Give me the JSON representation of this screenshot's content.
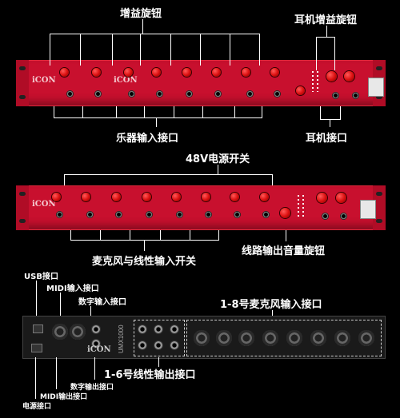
{
  "labels": {
    "gain_knob": "增益旋钮",
    "headphone_gain_knob": "耳机增益旋钮",
    "instrument_input": "乐器输入接口",
    "headphone_jack": "耳机接口",
    "phantom_power": "48V电源开关",
    "mic_line_switch": "麦克风与线性输入开关",
    "line_out_volume": "线路输出音量旋钮",
    "usb_port": "USB接口",
    "midi_input": "MIDI输入接口",
    "digital_input": "数字输入接口",
    "mic_inputs": "1-8号麦克风输入接口",
    "line_outputs": "1-6号线性输出接口",
    "digital_output": "数字输出接口",
    "midi_output": "MIDI输出接口",
    "power_port": "电源接口"
  },
  "device": {
    "brand": "iCON",
    "model": "UMX1000"
  }
}
